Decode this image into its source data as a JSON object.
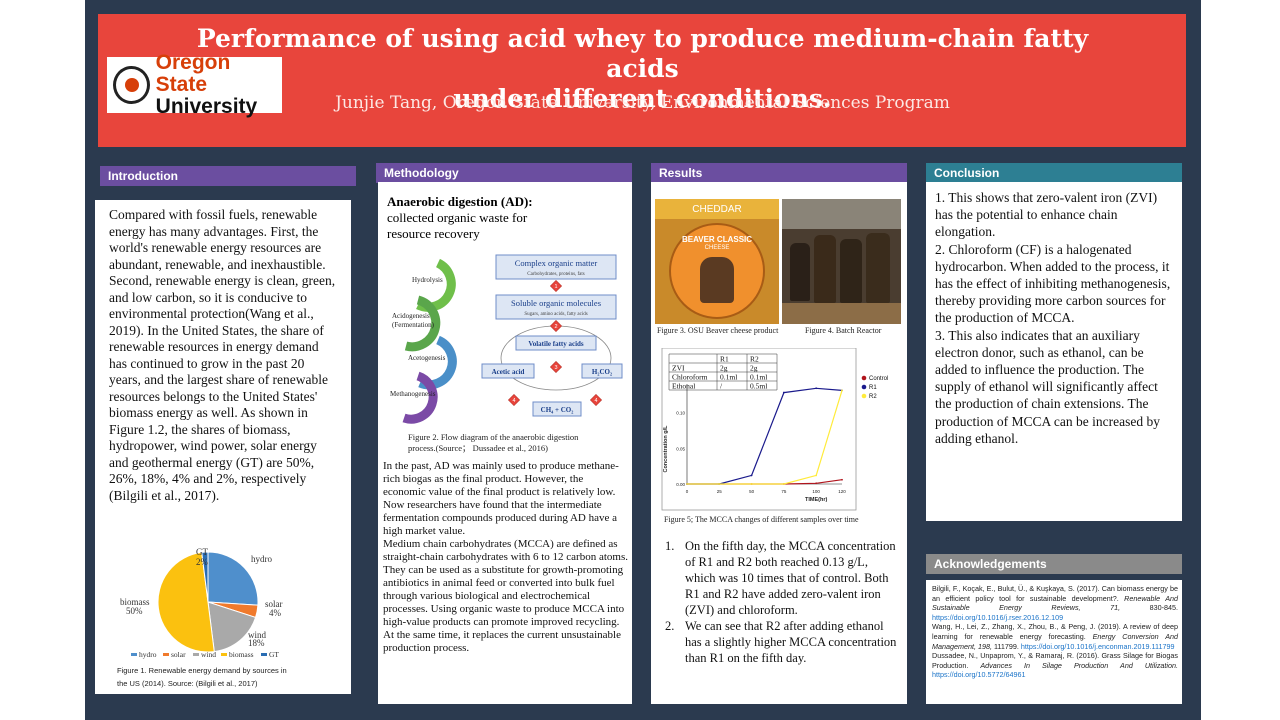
{
  "header": {
    "title_line1": "Performance of using acid whey to produce medium-chain fatty acids",
    "title_line2": "under different conditions.",
    "subtitle": "Junjie Tang, Oregon State University, Environmental Sciences Program",
    "logo_line1": "Oregon State",
    "logo_line2": "University"
  },
  "colors": {
    "banner": "#e8453c",
    "background": "#2b3a4f",
    "section_header": "#6b4ea0",
    "conclusion_header": "#2d7f93",
    "ack_header": "#8a8a8a",
    "pie": [
      "#4f8fcc",
      "#f07a2c",
      "#a9a9a9",
      "#fbc10f",
      "#2a6db3"
    ]
  },
  "sections": {
    "introduction": "Introduction",
    "methodology": "Methodology",
    "results": "Results",
    "conclusion": "Conclusion",
    "acknowledgements": "Acknowledgements"
  },
  "introduction": {
    "body": "Compared with fossil fuels, renewable energy has many advantages. First, the world's renewable energy resources are abundant, renewable, and inexhaustible. Second, renewable energy is clean, green, and low carbon, so it is conducive to environmental protection(Wang et al., 2019). In the United States, the share of renewable resources in energy demand has continued to grow in the past 20 years, and the largest share of renewable resources belongs to the United States' biomass energy as well. As shown in Figure 1.2, the shares of biomass, hydropower, wind power, solar energy and geothermal energy (GT) are 50%, 26%, 18%, 4% and 2%, respectively (Bilgili et al., 2017).",
    "pie_labels": {
      "gt": "GT",
      "gt_pct": "2%",
      "hydro": "hydro",
      "solar": "solar",
      "solar_pct": "4%",
      "wind": "wind",
      "wind_pct": "18%",
      "biomass": "biomass",
      "biomass_pct": "50%"
    },
    "legend": [
      "hydro",
      "solar",
      "wind",
      "biomass",
      "GT"
    ],
    "figure_caption_1": "Figure 1. Renewable energy demand by sources in",
    "figure_caption_2": "the US (2014). Source: (Bilgili et al., 2017)"
  },
  "methodology": {
    "ad_title": "Anaerobic digestion (AD):",
    "ad_sub1": "collected organic waste for",
    "ad_sub2": "resource recovery",
    "steps": [
      "Hydrolysis",
      "Acidogenesis",
      "(Fermentation)",
      "Acetogenesis",
      "Methanogenesis"
    ],
    "boxes": [
      "Complex organic matter",
      "Carbohydrates, proteins, fats",
      "Soluble organic molecules",
      "Sugars, amino acids, fatty acids",
      "Volatile fatty acids",
      "Acetic acid",
      "H₂CO₂",
      "CH₄ + CO₂"
    ],
    "nums": [
      "1",
      "2",
      "3",
      "4",
      "4"
    ],
    "fig2_caption1": "Figure 2. Flow diagram of the anaerobic digestion",
    "fig2_caption2": "process.(Source； Dussadee et al., 2016)",
    "body1": "In the past, AD was mainly used to produce methane-rich biogas as the final product. However, the economic value of the final product is relatively low. Now researchers have found that the intermediate fermentation compounds produced during AD have a high market value.",
    "body2": "Medium chain carbohydrates (MCCA) are defined as straight-chain carbohydrates with 6 to 12 carbon atoms. They can be used as a substitute for growth-promoting antibiotics in animal feed or converted into bulk fuel through various biological and electrochemical processes. Using organic waste to produce MCCA into high-value products can promote improved recycling. At the same time, it replaces the current unsustainable production process."
  },
  "results": {
    "cheese_text1": "CHEDDAR",
    "cheese_text2": "BEAVER CLASSIC",
    "cheese_text3": "CHEESE",
    "fig3_caption": "Figure 3. OSU Beaver cheese product",
    "fig4_caption": "Figure 4. Batch Reactor",
    "table_header": [
      "",
      "R1",
      "R2"
    ],
    "table_rows": [
      [
        "ZVI",
        "2g",
        "2g"
      ],
      [
        "Chloroform",
        "0.1ml",
        "0.1ml"
      ],
      [
        "Ethonal",
        "/",
        "0.5ml"
      ]
    ],
    "fig5_caption": "Figure 5; The MCCA changes of different samples over time",
    "points": [
      "On the fifth day, the MCCA concentration of R1 and R2 both reached 0.13 g/L, which was 10 times that of control. Both R1 and R2 have added zero-valent iron (ZVI) and chloroform.",
      "We can see that R2 after adding ethanol has a slightly higher MCCA concentration than R1 on the fifth day."
    ],
    "nums": [
      "1.",
      "2."
    ]
  },
  "chart_data": {
    "type": "line",
    "xlabel": "TIME(hr)",
    "ylabel": "Concentration g/L",
    "x": [
      0,
      25,
      50,
      75,
      100,
      120
    ],
    "xticks": [
      "0",
      "25",
      "50",
      "75",
      "100",
      "120"
    ],
    "yticks": [
      "0.00",
      "0.05",
      "0.10"
    ],
    "ylim": [
      0,
      0.14
    ],
    "xlim": [
      0,
      120
    ],
    "series": [
      {
        "name": "Control",
        "color": "#b0141c",
        "x": [
          0,
          25,
          50,
          75,
          100,
          120
        ],
        "values": [
          0.0,
          0.0,
          0.0,
          0.0,
          0.001,
          0.006
        ]
      },
      {
        "name": "R1",
        "color": "#1a1a8c",
        "x": [
          0,
          25,
          50,
          75,
          100,
          120
        ],
        "values": [
          0.0,
          0.0,
          0.012,
          0.128,
          0.134,
          0.131
        ]
      },
      {
        "name": "R2",
        "color": "#ffeb3b",
        "x": [
          0,
          25,
          50,
          75,
          100,
          120
        ],
        "values": [
          0.0,
          0.0,
          0.0,
          0.0,
          0.012,
          0.131
        ]
      }
    ]
  },
  "conclusion": {
    "p1": "1. This shows that zero-valent iron (ZVI) has the potential to enhance chain elongation.",
    "p2": "2. Chloroform (CF) is a halogenated hydrocarbon. When added to the process, it has the effect of inhibiting methanogenesis, thereby providing more carbon sources for the production of MCCA.",
    "p3": "3. This also indicates that an auxiliary electron donor, such as ethanol, can be added to influence the production. The supply of ethanol will significantly affect the production of chain extensions. The production of MCCA can be increased by adding ethanol."
  },
  "acknowledgements": {
    "r1a": "Bilgili, F., Koçak, E., Bulut, Ü., & Kuşkaya, S. (2017). Can biomass energy be an efficient policy tool for sustainable development?.",
    "r1j": "Renewable And Sustainable Energy Reviews, 71,",
    "r1b": "830-845.",
    "r1l": "https://doi.org/10.1016/j.rser.2016.12.109",
    "r2a": "Wang, H., Lei, Z., Zhang, X., Zhou, B., & Peng, J. (2019). A review of deep learning for renewable energy forecasting.",
    "r2j": "Energy Conversion And Management, 198,",
    "r2b": "111799.",
    "r2l": "https://doi.org/10.1016/j.enconman.2019.111799",
    "r3a": "Dussadee, N., Unpaprom, Y., & Ramaraj, R. (2016). Grass Silage for Biogas Production.",
    "r3j": "Advances In Silage Production And Utilization.",
    "r3l": "https://doi.org/10.5772/64961"
  }
}
